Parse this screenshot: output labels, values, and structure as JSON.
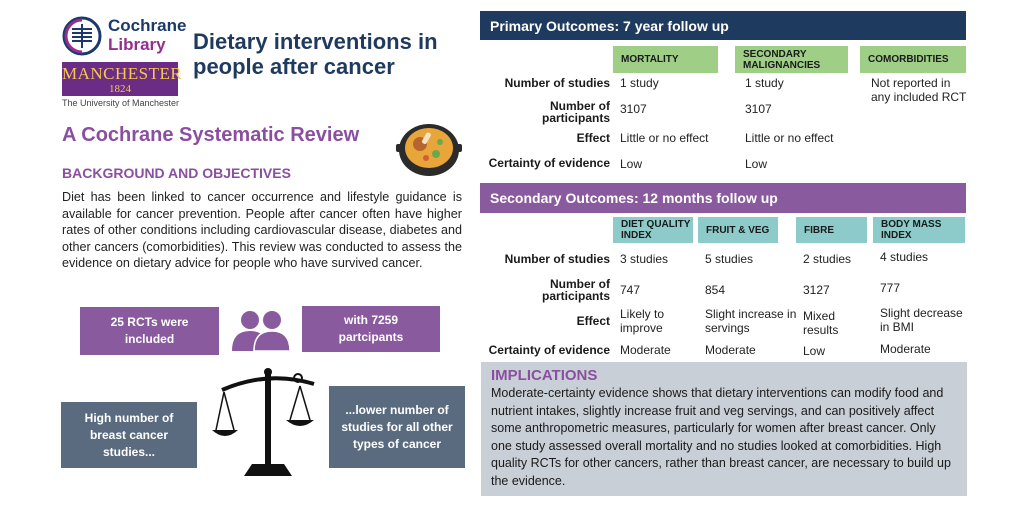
{
  "logos": {
    "cochrane_name": "Cochrane",
    "cochrane_sub": "Library",
    "manchester_name": "MANCHESTER",
    "manchester_year": "1824",
    "manchester_caption": "The University of Manchester"
  },
  "title": "Dietary interventions in people after cancer",
  "review_title": "A Cochrane Systematic Review",
  "background": {
    "heading": "BACKGROUND AND OBJECTIVES",
    "text": "Diet has been linked to cancer occurrence and lifestyle guidance is available for cancer prevention. People after cancer often have higher rates of other conditions including cardiovascular disease, diabetes and other cancers (comorbidities). This review was conducted to assess the evidence on dietary advice for people who have survived cancer."
  },
  "facts": {
    "rcts": "25 RCTs were included",
    "participants": "with 7259 partcipants",
    "breast": "High number of breast cancer studies...",
    "lower": "...lower number of studies for all other types of cancer"
  },
  "primary": {
    "heading": "Primary Outcomes: 7 year follow up",
    "columns": [
      "MORTALITY",
      "SECONDARY MALIGNANCIES",
      "COMORBIDITIES"
    ],
    "row_labels": [
      "Number of studies",
      "Number of participants",
      "Effect",
      "Certainty of evidence"
    ],
    "mortality": {
      "studies": "1 study",
      "participants": "3107",
      "effect": "Little or no effect",
      "certainty": "Low"
    },
    "malignancies": {
      "studies": "1 study",
      "participants": "3107",
      "effect": "Little or no effect",
      "certainty": "Low"
    },
    "comorbidities": {
      "studies": "Not reported in any included RCT"
    }
  },
  "secondary": {
    "heading": "Secondary Outcomes: 12 months follow up",
    "columns": [
      "DIET QUALITY INDEX",
      "FRUIT & VEG",
      "FIBRE",
      "BODY MASS INDEX"
    ],
    "row_labels": [
      "Number of studies",
      "Number of participants",
      "Effect",
      "Certainty of evidence"
    ],
    "dqi": {
      "studies": "3 studies",
      "participants": "747",
      "effect": "Likely to improve",
      "certainty": "Moderate"
    },
    "fruitveg": {
      "studies": "5 studies",
      "participants": "854",
      "effect": "Slight increase in servings",
      "certainty": "Moderate"
    },
    "fibre": {
      "studies": "2 studies",
      "participants": "3127",
      "effect": "Mixed results",
      "certainty": "Low"
    },
    "bmi": {
      "studies": "4 studies",
      "participants": "777",
      "effect": "Slight decrease in BMI",
      "certainty": "Moderate"
    }
  },
  "implications": {
    "heading": "IMPLICATIONS",
    "text": "Moderate-certainty evidence shows that dietary interventions can modify food and nutrient intakes, slightly increase fruit and veg servings, and can positively affect some anthropometric measures, particularly for women after breast cancer. Only one study assessed overall mortality and no studies looked at comorbidities. High quality RCTs for other cancers, rather than breast cancer, are necessary to build up the evidence."
  },
  "colors": {
    "navy": "#1f3a5f",
    "purple": "#8a5a9e",
    "slate": "#5b6b7f",
    "green": "#9fce86",
    "teal": "#8ccbc9",
    "grey_panel": "#c9cfd6"
  },
  "icons": [
    "cochrane-logo-icon",
    "cooking-pot-icon",
    "people-icon",
    "scales-icon"
  ]
}
